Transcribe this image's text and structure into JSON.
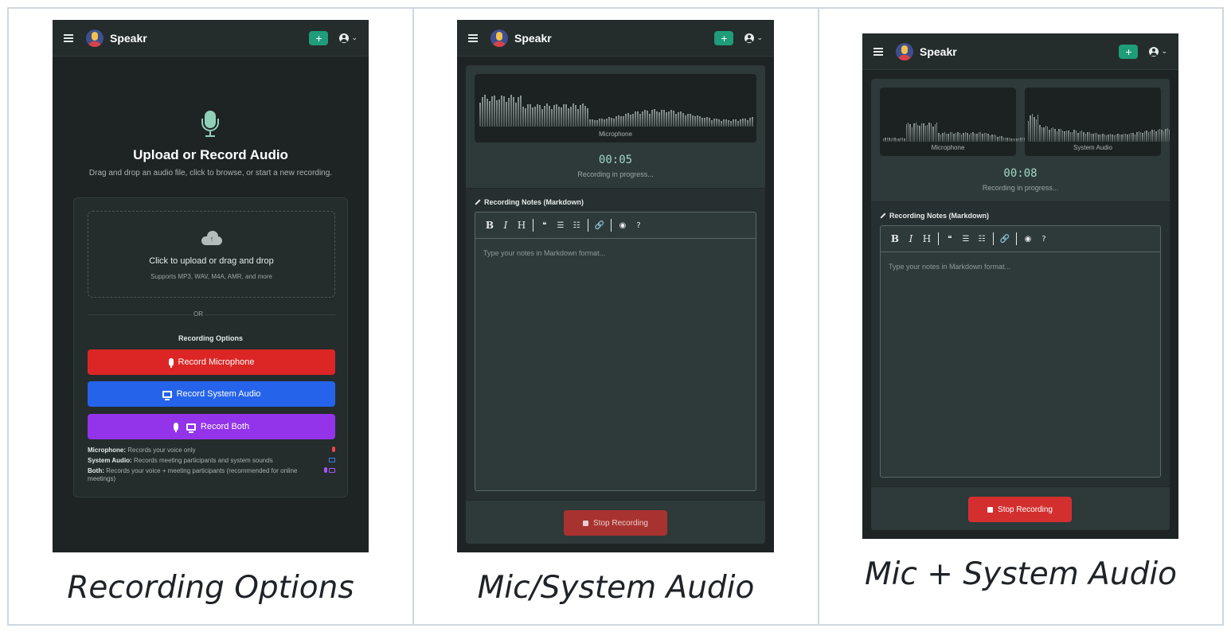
{
  "app": {
    "name": "Speakr",
    "new_label": "+"
  },
  "panel1": {
    "title": "Upload or Record Audio",
    "subtitle": "Drag and drop an audio file, click to browse, or start a new recording.",
    "upload_title": "Click to upload or drag and drop",
    "upload_sub": "Supports MP3, WAV, M4A, AMR, and more",
    "or_text": "OR",
    "options_title": "Recording Options",
    "buttons": {
      "mic": "Record Microphone",
      "system": "Record System Audio",
      "both": "Record Both"
    },
    "legend": [
      {
        "term": "Microphone:",
        "desc": "Records your voice only"
      },
      {
        "term": "System Audio:",
        "desc": "Records meeting participants and system sounds"
      },
      {
        "term": "Both:",
        "desc": "Records your voice + meeting participants (recommended for online meetings)"
      }
    ],
    "colors": {
      "mic": "#dc2626",
      "system": "#2563eb",
      "both": "#9333ea"
    }
  },
  "panel2": {
    "wave_label": "Microphone",
    "timer": "00:05",
    "status": "Recording in progress...",
    "notes_label": "Recording Notes (Markdown)",
    "placeholder": "Type your notes in Markdown format...",
    "stop_label": "Stop Recording"
  },
  "panel3": {
    "wave_label_mic": "Microphone",
    "wave_label_sys": "System Audio",
    "timer": "00:08",
    "status": "Recording in progress...",
    "notes_label": "Recording Notes (Markdown)",
    "placeholder": "Type your notes in Markdown format...",
    "stop_label": "Stop Recording"
  },
  "toolbar": {
    "bold": "B",
    "italic": "I",
    "heading": "H",
    "quote": "❝",
    "ul": "☰",
    "ol": "☷",
    "link": "🔗",
    "preview": "◉",
    "help": "?"
  },
  "captions": [
    "Recording Options",
    "Mic/System Audio",
    "Mic + System Audio"
  ]
}
